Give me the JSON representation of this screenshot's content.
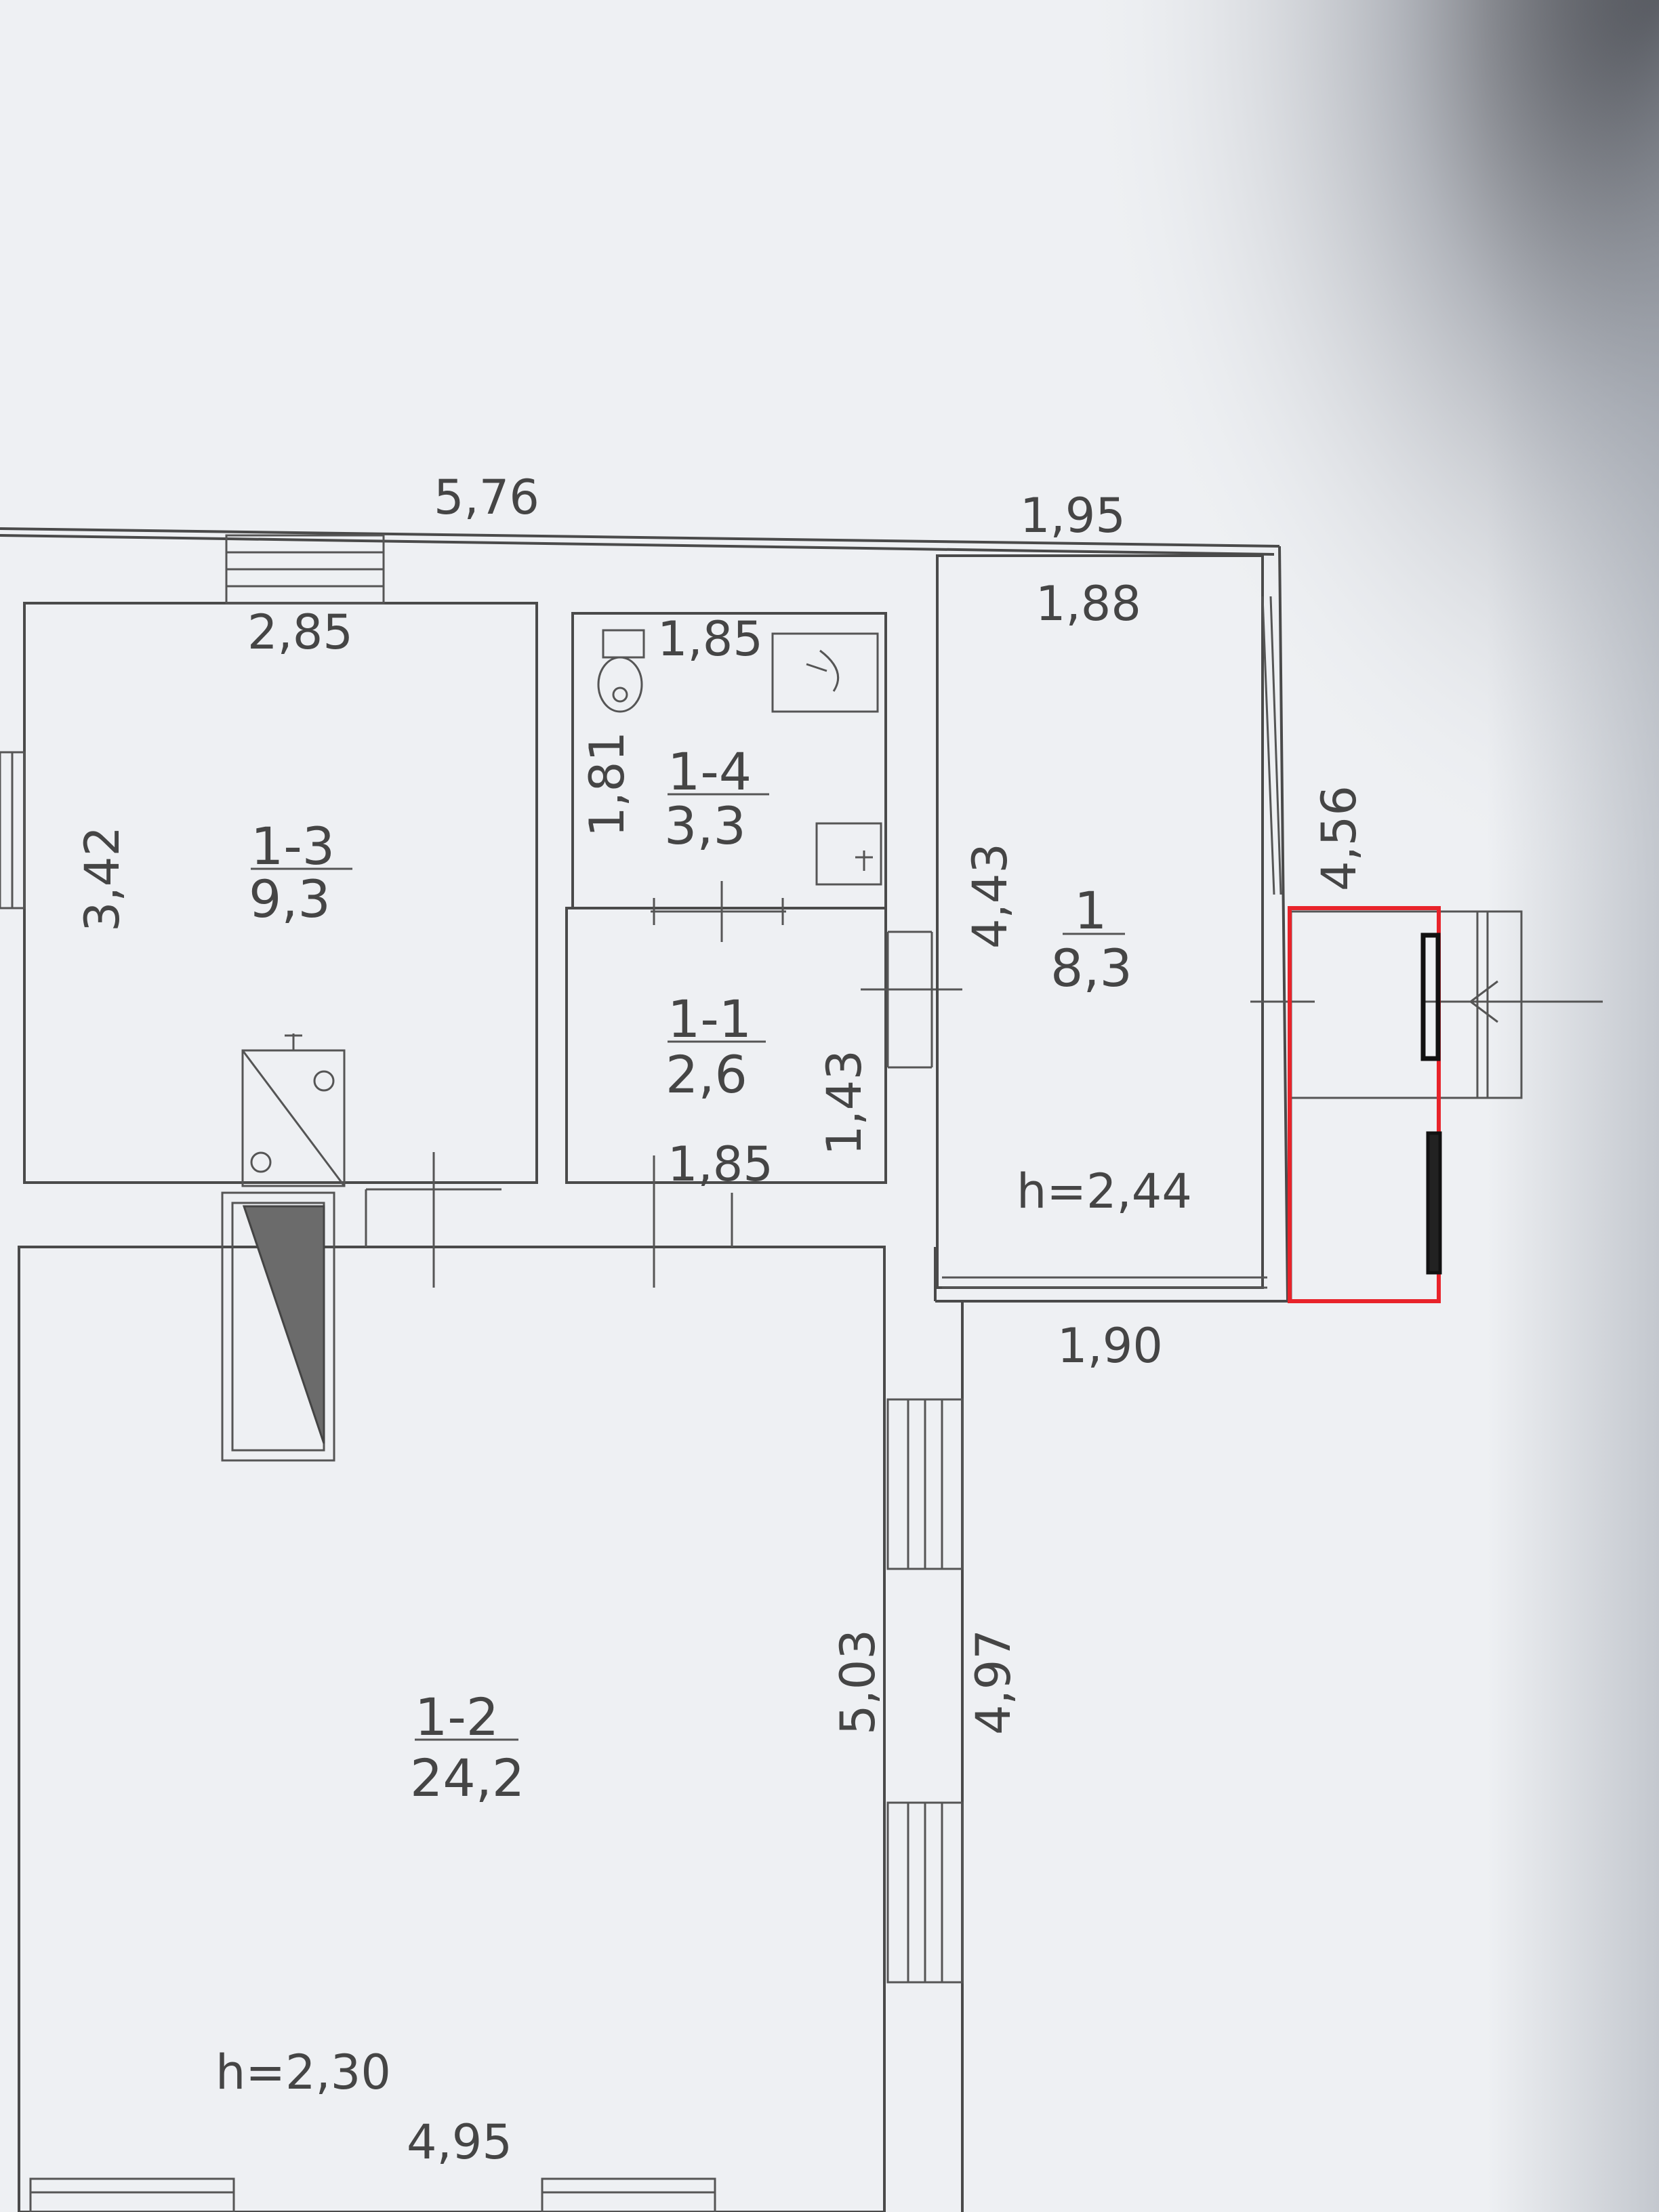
{
  "plan": {
    "rooms": [
      {
        "id": "1-3",
        "area": "9,3"
      },
      {
        "id": "1-4",
        "area": "3,3"
      },
      {
        "id": "1-1",
        "area": "2,6"
      },
      {
        "id": "1-2",
        "area": "24,2"
      },
      {
        "id": "1",
        "area": "8,3"
      }
    ],
    "dims": {
      "top_main": "5,76",
      "top_right": "1,95",
      "room13_top": "2,85",
      "room13_side": "3,42",
      "bath_top": "1,85",
      "bath_side": "1,81",
      "vest_top": "1,88",
      "vest_side": "4,43",
      "outer_right": "4,56",
      "hall_side": "1,43",
      "hall_bottom": "1,85",
      "vest_bottom": "1,90",
      "corr_left": "5,03",
      "corr_right": "4,97",
      "room12_bottom": "4,95"
    },
    "heights": {
      "vestibule": "h=2,44",
      "main": "h=2,30"
    },
    "colors": {
      "paper": "#eef0f3",
      "ink": "#4a4a4a",
      "highlight": "#e8232a"
    }
  }
}
